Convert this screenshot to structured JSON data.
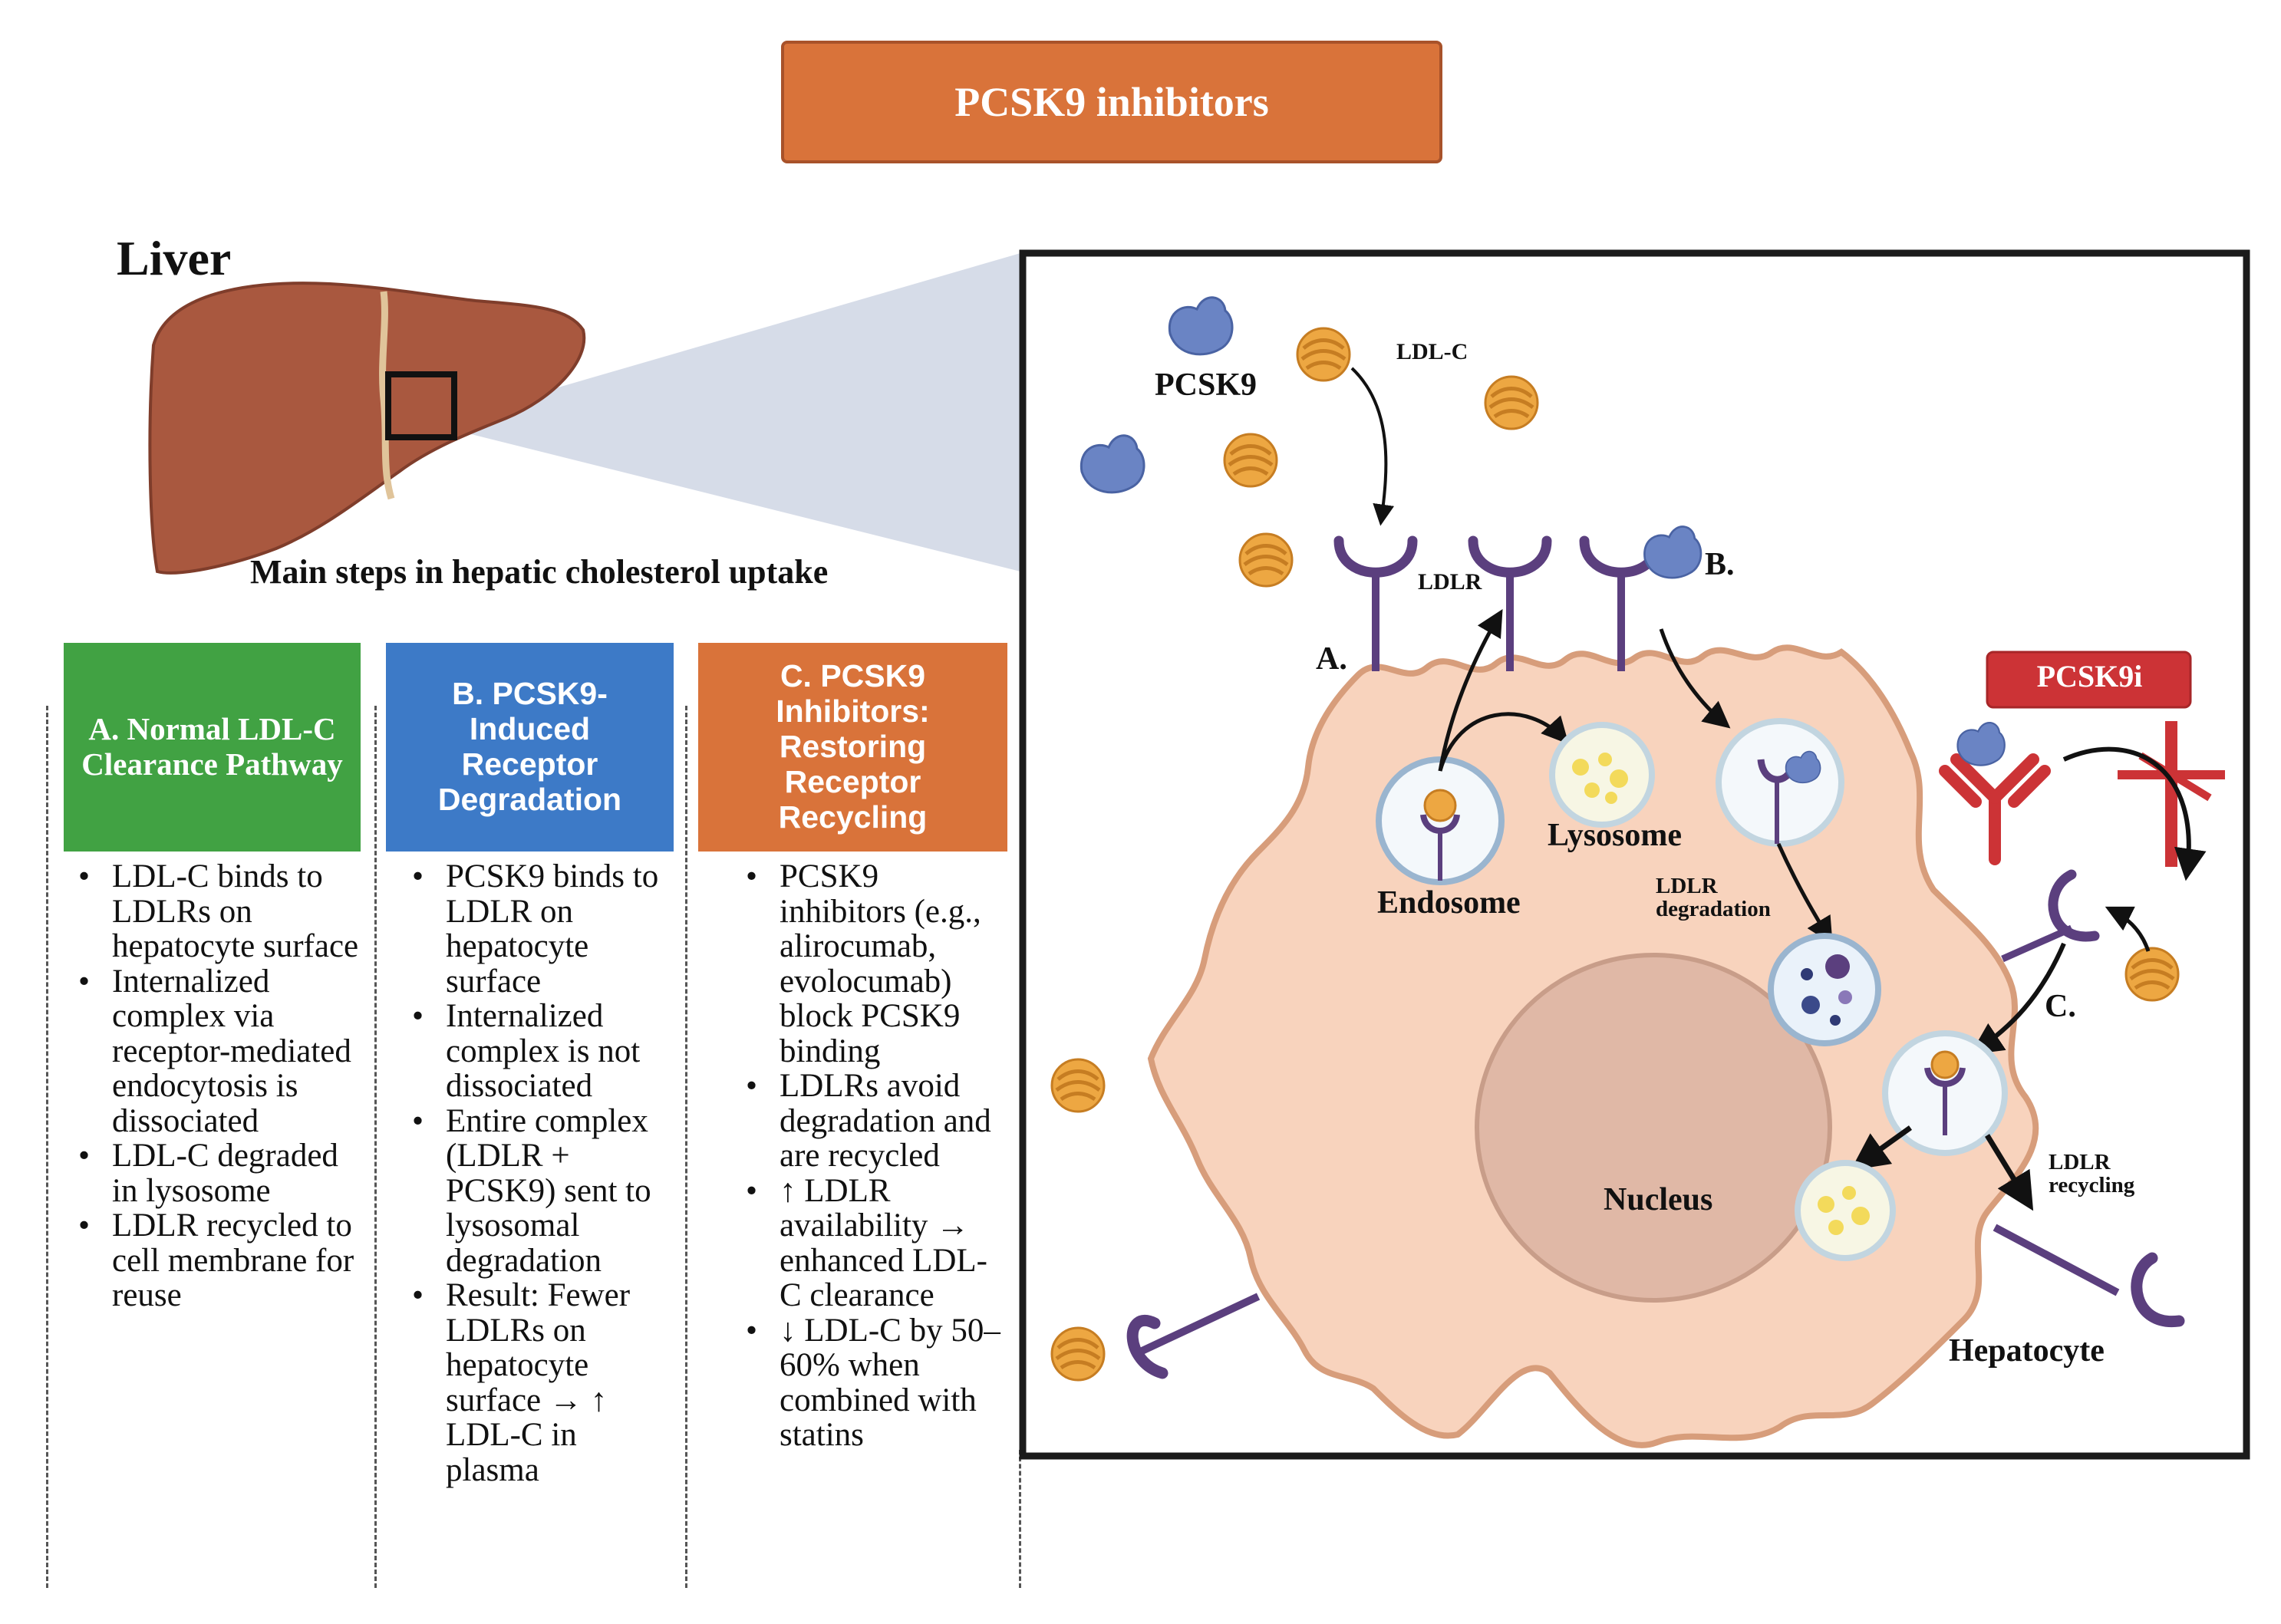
{
  "title": "PCSK9 inhibitors",
  "liver": {
    "title": "Liver",
    "caption": "Main steps in hepatic cholesterol uptake"
  },
  "columns": [
    {
      "header": "A. Normal LDL-C Clearance Pathway",
      "color": "#41a243",
      "bullets": [
        "LDL-C binds to LDLRs on hepatocyte surface",
        "Internalized complex via receptor-mediated endocytosis is dissociated",
        "LDL-C degraded in lysosome",
        "LDLR recycled to cell membrane for reuse"
      ]
    },
    {
      "header": "B. PCSK9-Induced Receptor Degradation",
      "color": "#3d7ac7",
      "bullets": [
        "PCSK9 binds to LDLR on hepatocyte surface",
        "Internalized complex is not dissociated",
        "Entire complex (LDLR + PCSK9) sent to lysosomal degradation",
        "Result: Fewer LDLRs on hepatocyte surface → ↑ LDL-C in plasma"
      ]
    },
    {
      "header": "C. PCSK9 Inhibitors: Restoring Receptor Recycling",
      "color": "#d9733a",
      "bullets": [
        "PCSK9 inhibitors (e.g., alirocumab, evolocumab) block PCSK9 binding",
        "LDLRs avoid degradation and are recycled",
        "↑ LDLR availability → enhanced LDL-C clearance",
        "↓ LDL-C by 50–60% when combined with statins"
      ]
    }
  ],
  "diagram": {
    "pcsk9": "PCSK9",
    "ldlc": "LDL-C",
    "ldlr": "LDLR",
    "step_a": "A.",
    "step_b": "B.",
    "step_c": "C.",
    "endosome": "Endosome",
    "lysosome": "Lysosome",
    "ldlr_degradation_1": "LDLR",
    "ldlr_degradation_2": "degradation",
    "pcsk9i": "PCSK9i",
    "ldlr_recycling_1": "LDLR",
    "ldlr_recycling_2": "recycling",
    "nucleus": "Nucleus",
    "hepatocyte": "Hepatocyte"
  },
  "colors": {
    "title_orange": "#d9733a",
    "green": "#41a243",
    "blue": "#3d7ac7",
    "cell": "#f8d3bd",
    "cell_border": "#d79d7b",
    "nucleus": "#e0b8a6",
    "receptor": "#5b3f7e",
    "pcsk9_protein": "#6a84c4",
    "ldl": "#eda742",
    "antibody": "#cc3336"
  }
}
